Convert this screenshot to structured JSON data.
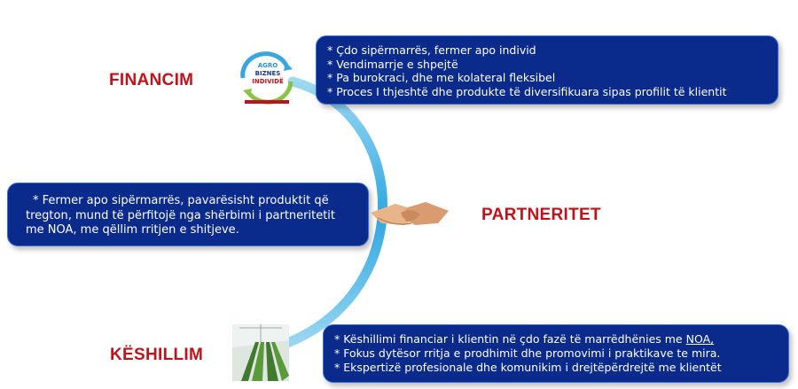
{
  "stages": {
    "financim": {
      "label": "FINANCIM",
      "logo_text": [
        "AGRO",
        "BIZNES",
        "INDIVIDË"
      ],
      "bullets": [
        "* Çdo sipërmarrës, fermer apo individ",
        "* Vendimarrje e shpejtë",
        "* Pa burokraci, dhe me kolateral fleksibel",
        "* Proces I thjeshtë dhe produkte të diversifikuara sipas profilit të klientit"
      ]
    },
    "partneritet": {
      "label": "PARTNERITET",
      "description_lines": [
        "* Fermer apo sipërmarrës, pavarësisht produktit që",
        "tregton, mund të përfitojë nga shërbimi i partneritetit",
        "me NOA, me qëllim rritjen e shitjeve."
      ]
    },
    "keshillim": {
      "label": "KËSHILLIM",
      "bullet1_prefix": "* Këshillimi financiar i klientin në çdo fazë të marrëdhënies me ",
      "bullet1_link": "NOA,",
      "bullets_rest": [
        "* Fokus dytësor rritja e prodhimit dhe promovimi i praktikave te mira.",
        "* Ekspertizë profesionale dhe komunikim i drejtëpërdrejtë me klientët"
      ]
    }
  },
  "colors": {
    "label_red": "#c0121b",
    "box_blue": "#0a2a8c",
    "arc_blue": "#3fb3e6"
  }
}
